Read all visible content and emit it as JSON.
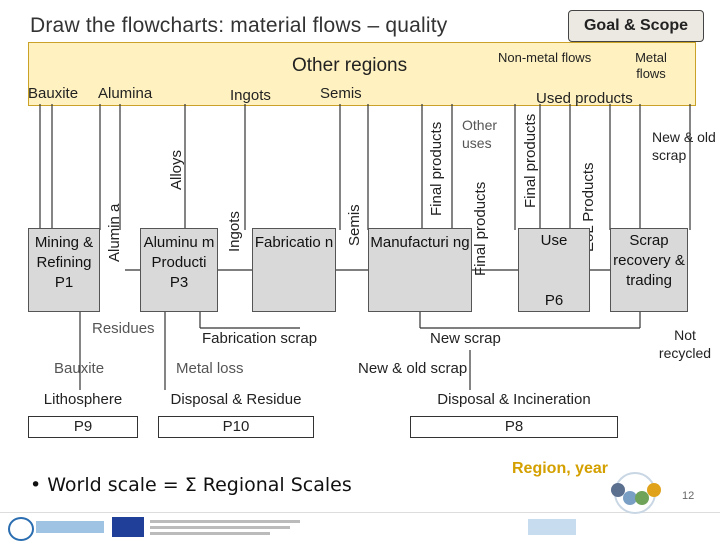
{
  "title": "Draw the flowcharts: material flows – quality",
  "goal_badge": "Goal & Scope",
  "region": {
    "other_regions": "Other regions",
    "non_metal_flows": "Non-metal flows",
    "metal_flows": "Metal flows",
    "bauxite": "Bauxite",
    "alumina": "Alumina",
    "ingots": "Ingots",
    "semis": "Semis",
    "used_products": "Used products"
  },
  "flows": {
    "alloys": "Alloys",
    "alumina_v": "Alumin a",
    "ingots_v": "Ingots",
    "semis_v": "Semis",
    "final_products_1": "Final products",
    "other_uses": "Other uses",
    "final_products_2": "Final products",
    "final_products_3": "Final products",
    "eol_products": "EoL Products",
    "new_old_scrap_top": "New & old scrap",
    "residues": "Residues",
    "fabrication_scrap": "Fabrication scrap",
    "new_scrap": "New scrap",
    "not_recycled": "Not recycled",
    "bauxite_low": "Bauxite",
    "metal_loss": "Metal loss",
    "new_old_scrap_low": "New & old scrap"
  },
  "processes": {
    "mining": "Mining & Refining",
    "p1": "P1",
    "aluminum_production": "Aluminu m Producti",
    "p3": "P3",
    "fabrication": "Fabricatio n",
    "manufacturing": "Manufacturi ng",
    "use": "Use",
    "p6": "P6",
    "scrap_recovery": "Scrap recovery & trading",
    "lithosphere": "Lithosphere",
    "p9": "P9",
    "disposal_residue": "Disposal & Residue",
    "p10": "P10",
    "disposal_incineration": "Disposal & Incineration",
    "p8": "P8"
  },
  "bullet": "World scale = Σ Regional Scales",
  "region_year": "Region, year",
  "page_number": "12",
  "colors": {
    "region_fill": "#fff2c0",
    "region_border": "#c9a227",
    "process_fill": "#d9d9d9",
    "region_year": "#d4a000"
  }
}
